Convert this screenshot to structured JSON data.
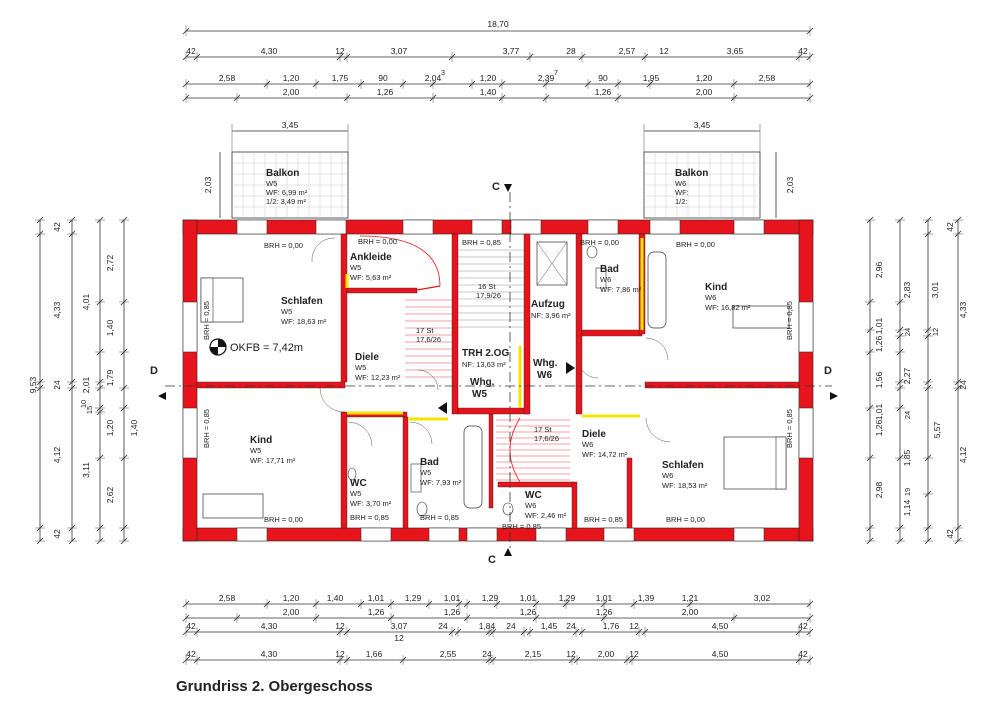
{
  "caption": "Grundriss 2. Obergeschoss",
  "colors": {
    "wall": "#e8141c",
    "highlight": "#f2e600",
    "line": "#333333"
  },
  "dims": {
    "top_total": "18,70",
    "top_row2": [
      "42",
      "4,30",
      "12",
      "3,07",
      "3,77",
      "28",
      "2,57",
      "12",
      "3,65",
      "42"
    ],
    "top_row3": [
      "2,58",
      "1,20",
      "1,75",
      "90",
      "2,04",
      "3",
      "1,20",
      "2,39",
      "7",
      "90",
      "1,95",
      "1,20",
      "2,58"
    ],
    "top_row4": [
      "2,00",
      "1,26",
      "1,40",
      "1,26",
      "2,00"
    ],
    "bottom_row1": [
      "2,58",
      "1,20",
      "1,40",
      "1,01",
      "1,29",
      "1,01",
      "1,29",
      "1,01",
      "1,29",
      "1,01",
      "1,39",
      "1,21",
      "3,02"
    ],
    "bottom_row2": [
      "2,00",
      "1,26",
      "1,26",
      "1,26",
      "1,26",
      "2,00"
    ],
    "bottom_row3": [
      "42",
      "4,30",
      "12",
      "3,07",
      "24",
      "1,84",
      "24",
      "1,45",
      "24",
      "1,76",
      "12",
      "4,50",
      "42"
    ],
    "bottom_row3b": "12",
    "bottom_row4": [
      "42",
      "4,30",
      "12",
      "1,66",
      "2,55",
      "24",
      "2,15",
      "12",
      "2,00",
      "12",
      "4,50",
      "42"
    ],
    "left_outer": [
      "42",
      "4,33",
      "24",
      "9,53",
      "4,12",
      "42"
    ],
    "left_mid": [
      "4,01",
      "2,01",
      "10",
      "15",
      "3,11"
    ],
    "left_inner": [
      "2,72",
      "1,40",
      "1,79",
      "1,20",
      "1,40",
      "2,62"
    ],
    "right_outer": [
      "42",
      "4,33",
      "24",
      "5,57",
      "4,12",
      "42"
    ],
    "right_mid": [
      "3,01",
      "12",
      "2,27",
      "1,85",
      "19",
      "1,14"
    ],
    "right_inner": [
      "2,96",
      "2,83",
      "1,01",
      "24",
      "1,26",
      "1,56",
      "24",
      "1,01",
      "1,26",
      "2,98"
    ],
    "balcony_width": [
      "3,45",
      "3,45"
    ],
    "balcony_depth": [
      "2,03",
      "2,03"
    ]
  },
  "rooms": [
    {
      "name": "Balkon",
      "unit": "W5",
      "area": "WF: 6,99  m²",
      "extra": "1/2: 3,49  m²"
    },
    {
      "name": "Balkon",
      "unit": "W6",
      "area": "WF:",
      "extra": "1/2:"
    },
    {
      "name": "Schlafen",
      "unit": "W5",
      "area": "WF: 18,63  m²"
    },
    {
      "name": "Ankleide",
      "unit": "W5",
      "area": "WF: 5,63  m²"
    },
    {
      "name": "Diele",
      "unit": "W5",
      "area": "WF: 12,23  m²"
    },
    {
      "name": "Kind",
      "unit": "W5",
      "area": "WF: 17,71  m²"
    },
    {
      "name": "WC",
      "unit": "W5",
      "area": "WF: 3,70  m²"
    },
    {
      "name": "Bad",
      "unit": "W5",
      "area": "WF: 7,93  m²"
    },
    {
      "name": "Aufzug",
      "unit": "",
      "area": "NF: 3,96  m²"
    },
    {
      "name": "TRH 2.OG",
      "unit": "",
      "area": "NF: 13,63  m²"
    },
    {
      "name": "Bad",
      "unit": "W6",
      "area": "WF: 7,86  m²"
    },
    {
      "name": "Kind",
      "unit": "W6",
      "area": "WF: 16,82  m²"
    },
    {
      "name": "Diele",
      "unit": "W6",
      "area": "WF: 14,72  m²"
    },
    {
      "name": "WC",
      "unit": "W6",
      "area": "WF: 2,46  m²"
    },
    {
      "name": "Schlafen",
      "unit": "W6",
      "area": "WF: 18,53  m²"
    }
  ],
  "labels": {
    "brh_000": "BRH = 0,00",
    "brh_085": "BRH = 0,85",
    "okfb": "OKFB = 7,42m",
    "whg_w5_a": "Whg.",
    "whg_w5_b": "W5",
    "whg_w6_a": "Whg.",
    "whg_w6_b": "W6",
    "stair1_a": "16 St",
    "stair1_b": "17,9/26",
    "stair2_a": "17 St",
    "stair2_b": "17,6/26",
    "stair3_a": "17 St",
    "stair3_b": "17,6/26",
    "section_c": "C",
    "section_d": "D"
  }
}
